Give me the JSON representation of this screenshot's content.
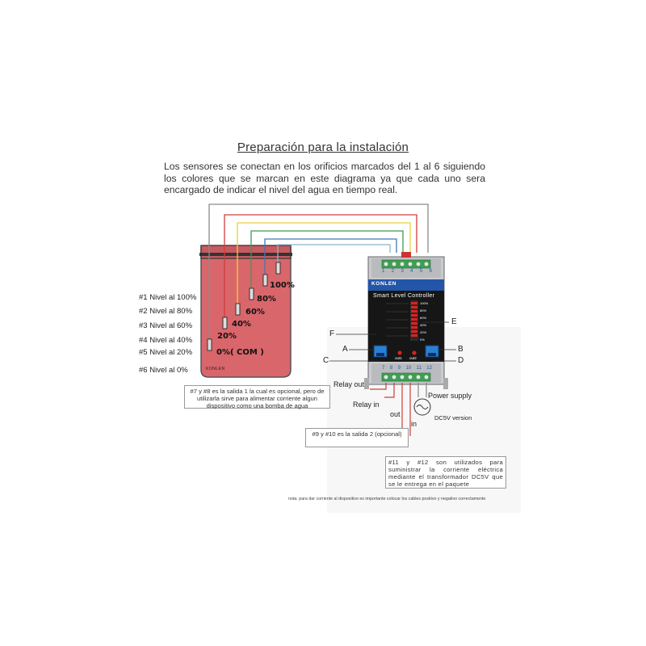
{
  "title": "Preparación para la instalación",
  "intro": "Los sensores se conectan en los orificios marcados del 1 al 6 siguiendo los colores que se marcan en este diagrama ya que cada uno sera encargado de indicar el nivel del agua en tiempo real.",
  "levels": [
    {
      "num": "#1",
      "text": "Nivel al 100%"
    },
    {
      "num": "#2",
      "text": "Nivel al 80%"
    },
    {
      "num": "#3",
      "text": "Nivel al 60%"
    },
    {
      "num": "#4",
      "text": "Nivel al 40%"
    },
    {
      "num": "#5",
      "text": "Nivel al 20%"
    },
    {
      "num": "#6",
      "text": "Nivel al 0%"
    }
  ],
  "probes": [
    "100%",
    "80%",
    "60%",
    "40%",
    "20%",
    "0%( COM )"
  ],
  "tank_brand": "KONLEN",
  "controller": {
    "brand": "KONLEN",
    "name": "Smart Level Controller",
    "top_terminals": [
      "1",
      "2",
      "3",
      "4",
      "5",
      "6"
    ],
    "bottom_terminals": [
      "7",
      "8",
      "9",
      "10",
      "11",
      "12"
    ],
    "bar_labels": [
      "100%",
      "80%",
      "60%",
      "40%",
      "20%",
      "0%"
    ],
    "btn_out1": "out1",
    "btn_out2": "out2"
  },
  "letters": {
    "A": "A",
    "B": "B",
    "C": "C",
    "D": "D",
    "E": "E",
    "F": "F"
  },
  "labels": {
    "relay_out": "Relay out",
    "relay_in": "Relay in",
    "out": "out",
    "in": "in",
    "power_supply": "Power supply",
    "dc5v": "DC5V version"
  },
  "notes": {
    "n1": "#7 y #8 es la salida 1 la cual es opcional, pero de utilizarla sirve para alimentar corriente algun dispositivo como una bomba de agua",
    "n2": "#9 y #10 es la salida 2 (opcional)",
    "n3": "#11 y #12 son utilizados para suministrar la corriente eléctrica mediante el transformador DC5V que se le entrega en el paquete",
    "footnote": "nota: para dar corriente al dispositivo es importante colocar los cables positivo y negativo correctamente"
  },
  "colors": {
    "water": "#d9666b",
    "wire_gray": "#8a8a8a",
    "wire_red": "#d23c3c",
    "wire_yellow": "#e8d23a",
    "wire_green": "#3f9a52",
    "wire_blue": "#3f79b8",
    "wire_cyan": "#86b8d0",
    "terminal_green": "#3f9e52",
    "controller_blue": "#2356a8",
    "led_red": "#e02020"
  }
}
